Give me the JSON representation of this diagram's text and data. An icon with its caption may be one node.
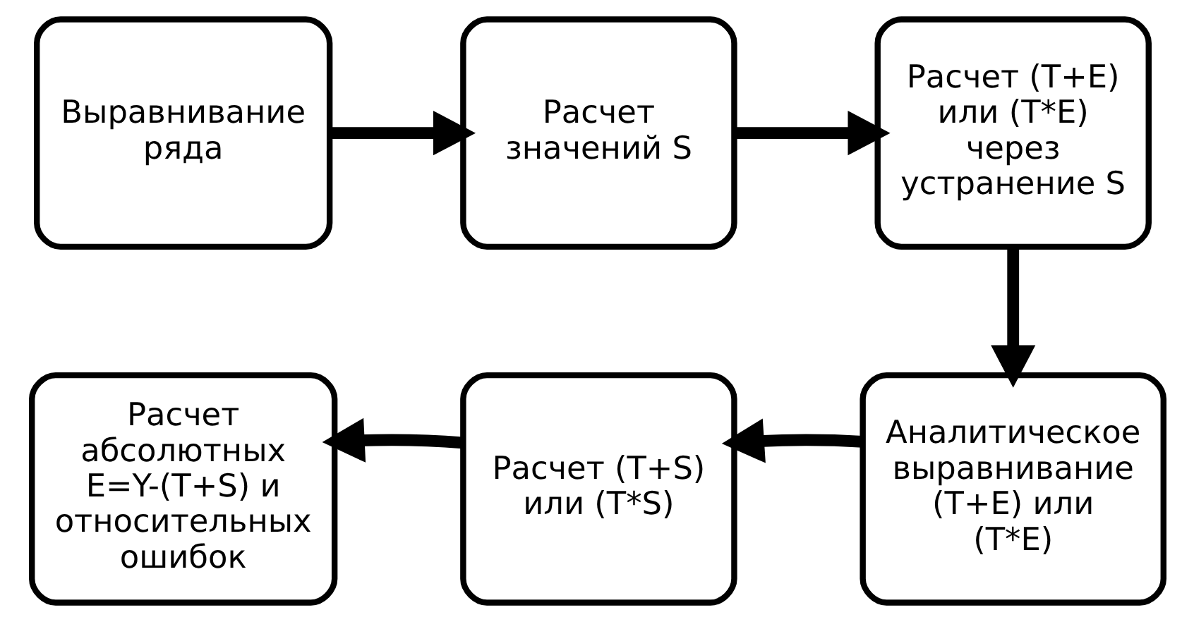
{
  "diagram": {
    "nodes": [
      {
        "text": [
          "Выравнивание ряда"
        ]
      },
      {
        "text": [
          "Расчет значений S"
        ]
      },
      {
        "text": [
          "Расчет (T+E) или (T*E) через устранение S"
        ]
      },
      {
        "text": [
          "Аналитическое выравнивание (T+E) или (T*E)"
        ]
      },
      {
        "text": [
          "Расчет (T+S) или (T*S)"
        ]
      },
      {
        "text": [
          "Расчет абсолютных E=Y-(T+S) и относительных ошибок"
        ]
      }
    ],
    "edges": [
      {
        "from": 0,
        "to": 1,
        "arrow": "to"
      },
      {
        "from": 1,
        "to": 2,
        "arrow": "to"
      },
      {
        "from": 2,
        "to": 3,
        "arrow": "to"
      },
      {
        "from": 3,
        "to": 4,
        "arrow": "to"
      },
      {
        "from": 4,
        "to": 5,
        "arrow": "to"
      }
    ]
  }
}
